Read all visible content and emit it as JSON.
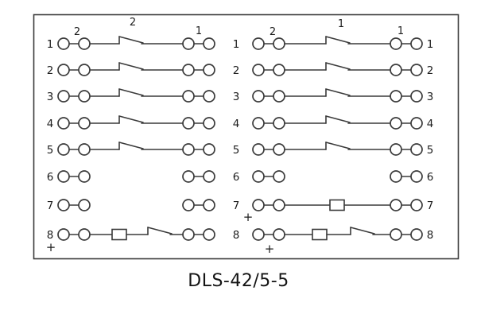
{
  "caption": "DLS-42/5-5",
  "colors": {
    "line": "#3a3a3a",
    "text": "#1c1c1c",
    "background": "#ffffff"
  },
  "diagram": {
    "left_block": {
      "left_labels": [
        "1",
        "2",
        "3",
        "4",
        "5",
        "6",
        "7",
        "8"
      ],
      "right_labels": [
        "",
        "",
        "",
        "",
        "",
        "",
        "",
        ""
      ],
      "rows": [
        "contact",
        "contact",
        "contact",
        "contact",
        "contact",
        "pairs",
        "pairs",
        "coil_contact"
      ],
      "annotations": [
        {
          "text": "2",
          "anchor": "above_left_pair"
        },
        {
          "text": "2",
          "anchor": "above_contact"
        },
        {
          "text": "1",
          "anchor": "above_right_pair"
        }
      ],
      "plus_marks": [
        {
          "text": "+",
          "anchor": "below_row8_label"
        }
      ]
    },
    "right_block": {
      "left_labels": [
        "1",
        "2",
        "3",
        "4",
        "5",
        "6",
        "7",
        "8"
      ],
      "right_labels": [
        "1",
        "2",
        "3",
        "4",
        "5",
        "6",
        "7",
        "8"
      ],
      "rows": [
        "contact",
        "contact",
        "contact",
        "contact",
        "contact",
        "pairs",
        "coil_line",
        "coil_contact"
      ],
      "annotations": [
        {
          "text": "2",
          "anchor": "above_left_pair"
        },
        {
          "text": "1",
          "anchor": "above_contact"
        },
        {
          "text": "1",
          "anchor": "above_right_pair"
        }
      ],
      "plus_marks": [
        {
          "text": "+",
          "anchor": "left_of_row7"
        },
        {
          "text": "+",
          "anchor": "below_row8_first_circle"
        }
      ]
    }
  }
}
